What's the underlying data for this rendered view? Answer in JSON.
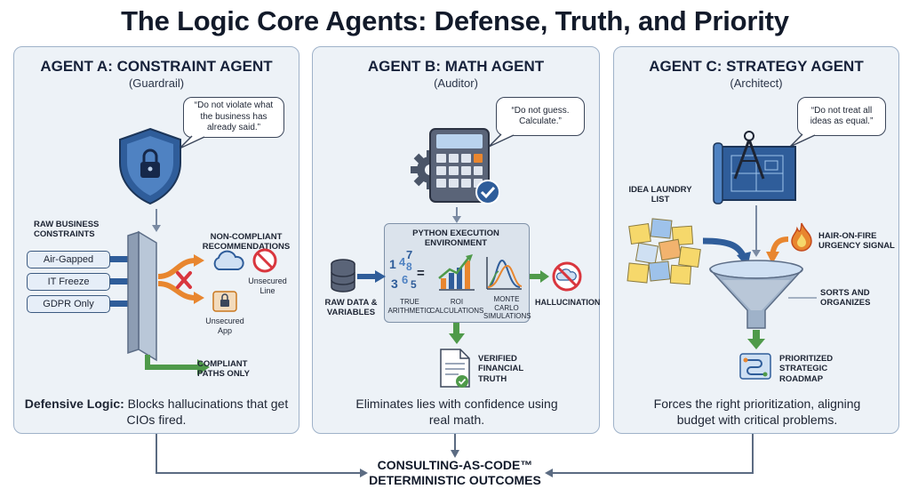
{
  "title": "The Logic Core Agents: Defense, Truth, and Priority",
  "agents": [
    {
      "title": "AGENT A: CONSTRAINT AGENT",
      "role": "(Guardrail)",
      "quote": "“Do not violate what the business has already said.”",
      "inputs_label": "RAW BUSINESS CONSTRAINTS",
      "constraints": [
        "Air-Gapped",
        "IT Freeze",
        "GDPR Only"
      ],
      "blocked_label": "NON-COMPLIANT RECOMMENDATIONS",
      "blocked_items": [
        "Unsecured Line",
        "Unsecured App"
      ],
      "output_label": "COMPLIANT PATHS ONLY",
      "desc_bold": "Defensive Logic:",
      "desc_rest": " Blocks hallucinations that get CIOs fired."
    },
    {
      "title": "AGENT B: MATH AGENT",
      "role": "(Auditor)",
      "quote": "“Do not guess. Calculate.”",
      "env_title": "PYTHON EXECUTION ENVIRONMENT",
      "input_label": "RAW DATA & VARIABLES",
      "modules": [
        "TRUE ARITHMETIC",
        "ROI CALCULATIONS",
        "MONTE CARLO SIMULATIONS"
      ],
      "digits": [
        "1",
        "4",
        "7",
        "8",
        "3",
        "6",
        "5"
      ],
      "reject_label": "HALLUCINATION",
      "output_label": "VERIFIED FINANCIAL TRUTH",
      "desc": "Eliminates lies with confidence using real math."
    },
    {
      "title": "AGENT C: STRATEGY AGENT",
      "role": "(Architect)",
      "quote": "“Do not treat all ideas as equal.”",
      "input_label": "IDEA LAUNDRY LIST",
      "signal_label": "HAIR-ON-FIRE URGENCY SIGNAL",
      "process_label": "SORTS AND ORGANIZES",
      "output_label": "PRIORITIZED STRATEGIC ROADMAP",
      "desc": "Forces the right prioritization, aligning budget with critical problems."
    }
  ],
  "footer": {
    "line1": "CONSULTING-AS-CODE™",
    "line2": "DETERMINISTIC OUTCOMES"
  },
  "colors": {
    "panel_bg": "#edf2f7",
    "panel_border": "#9fb2c9",
    "blue": "#2f5d9a",
    "orange": "#e8862f",
    "green": "#4f9a4a",
    "red": "#d9363e"
  },
  "icons": [
    "shield-lock-icon",
    "cloud-icon",
    "no-entry-icon",
    "padlock-icon",
    "calculator-icon",
    "gear-icon",
    "checkmark-icon",
    "database-icon",
    "bar-chart-icon",
    "bell-curve-icon",
    "document-icon",
    "blueprint-icon",
    "compass-icon",
    "sticky-notes-icon",
    "fire-icon",
    "funnel-icon",
    "roadmap-icon"
  ]
}
